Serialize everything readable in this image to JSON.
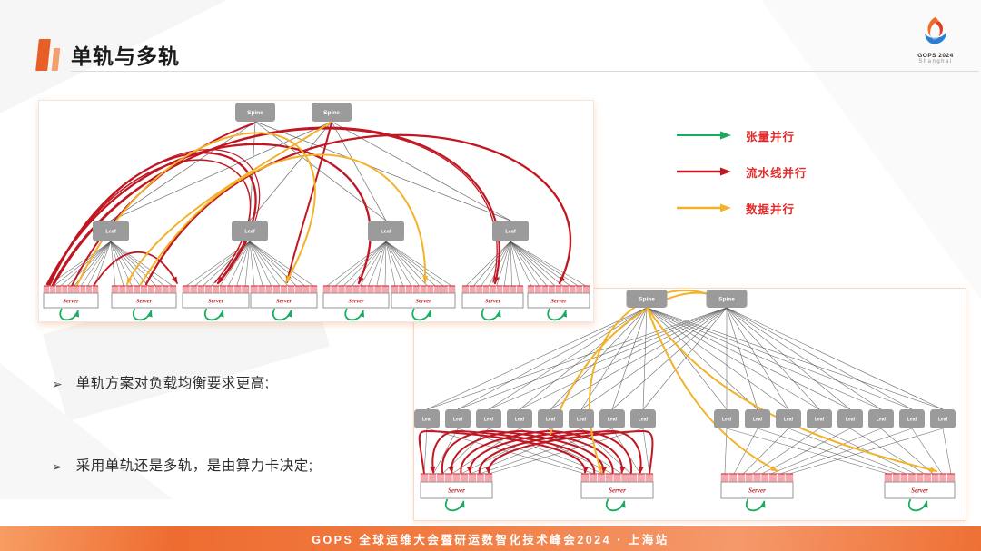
{
  "slide": {
    "title": "单轨与多轨",
    "footer": "GOPS 全球运维大会暨研运数智化技术峰会2024 · 上海站",
    "logo": {
      "line1": "GOPS 2024",
      "line2": "Shanghai"
    }
  },
  "legend": [
    {
      "label": "张量并行",
      "color": "#1aab5e"
    },
    {
      "label": "流水线并行",
      "color": "#c01722"
    },
    {
      "label": "数据并行",
      "color": "#f2b32a"
    }
  ],
  "bullets": [
    {
      "marker": "➢",
      "text": "单轨方案对负载均衡要求更高;"
    },
    {
      "marker": "➢",
      "text": "采用单轨还是多轨，是由算力卡决定;"
    }
  ],
  "diagrams": {
    "single_rail": {
      "spine_label": "Spine",
      "leaf_label": "Leaf",
      "server_label": "Server",
      "spine_count": 2,
      "leaf_count": 4,
      "server_count": 8
    },
    "multi_rail": {
      "spine_label": "Spine",
      "leaf_label": "Leaf",
      "server_label": "Server",
      "spine_count": 2,
      "leaf_count": 16,
      "server_count": 4
    }
  },
  "colors": {
    "node_fill": "#9b9b9b",
    "node_text": "#ffffff",
    "link_gray": "#515151",
    "pipeline_red": "#c01722",
    "data_gold": "#f2b32a",
    "tensor_green": "#1aab5e",
    "server_text": "#c0262c",
    "port_strip": "#f5a7ad",
    "port_strip_edge": "#cc4a52"
  }
}
